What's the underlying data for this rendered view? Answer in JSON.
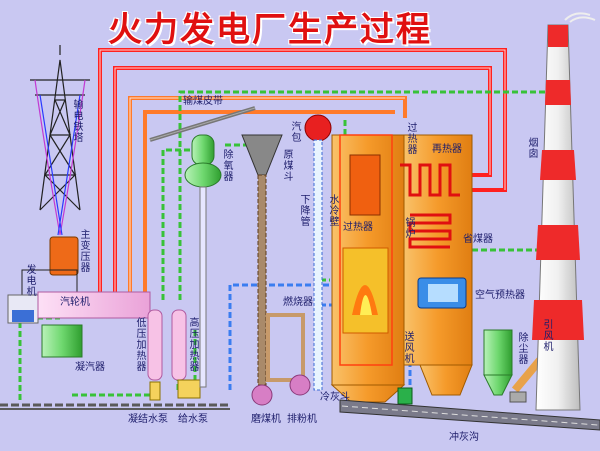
{
  "title": "火力发电厂生产过程",
  "labels": {
    "transmission_tower": "输电铁塔",
    "main_transformer": "主变压器",
    "generator": "发电机",
    "turbine": "汽轮机",
    "condenser": "凝汽器",
    "lp_heater": "低压加热器",
    "hp_heater": "高压加热器",
    "condensate_pump": "凝结水泵",
    "feed_pump": "给水泵",
    "deaerator": "除氧器",
    "coal_conveyor": "输煤皮带",
    "raw_coal_hopper": "原煤斗",
    "steam_drum": "汽包",
    "downcomer": "下降管",
    "superheater_left": "过热器",
    "superheater_top": "过热器",
    "reheater": "再热器",
    "water_wall": "水冷壁",
    "furnace": "锅炉",
    "economizer": "省煤器",
    "air_preheater": "空气预热器",
    "burner": "燃烧器",
    "coal_mill": "磨煤机",
    "exhauster": "排粉机",
    "cold_ash_hopper": "冷灰斗",
    "forced_draft_fan": "送风机",
    "dust_collector": "除尘器",
    "induced_draft_fan": "引风机",
    "chimney": "烟囱",
    "ash_trench": "冲灰沟"
  },
  "colors": {
    "background": "#c9c8f2",
    "title": "#e01010",
    "steam_line": "#ff2020",
    "reheat_line": "#ff7a2a",
    "water_line": "#3ec63e",
    "air_line": "#3a7df0",
    "boiler": "#f7a23a",
    "turbine": "#f4b8e8"
  }
}
